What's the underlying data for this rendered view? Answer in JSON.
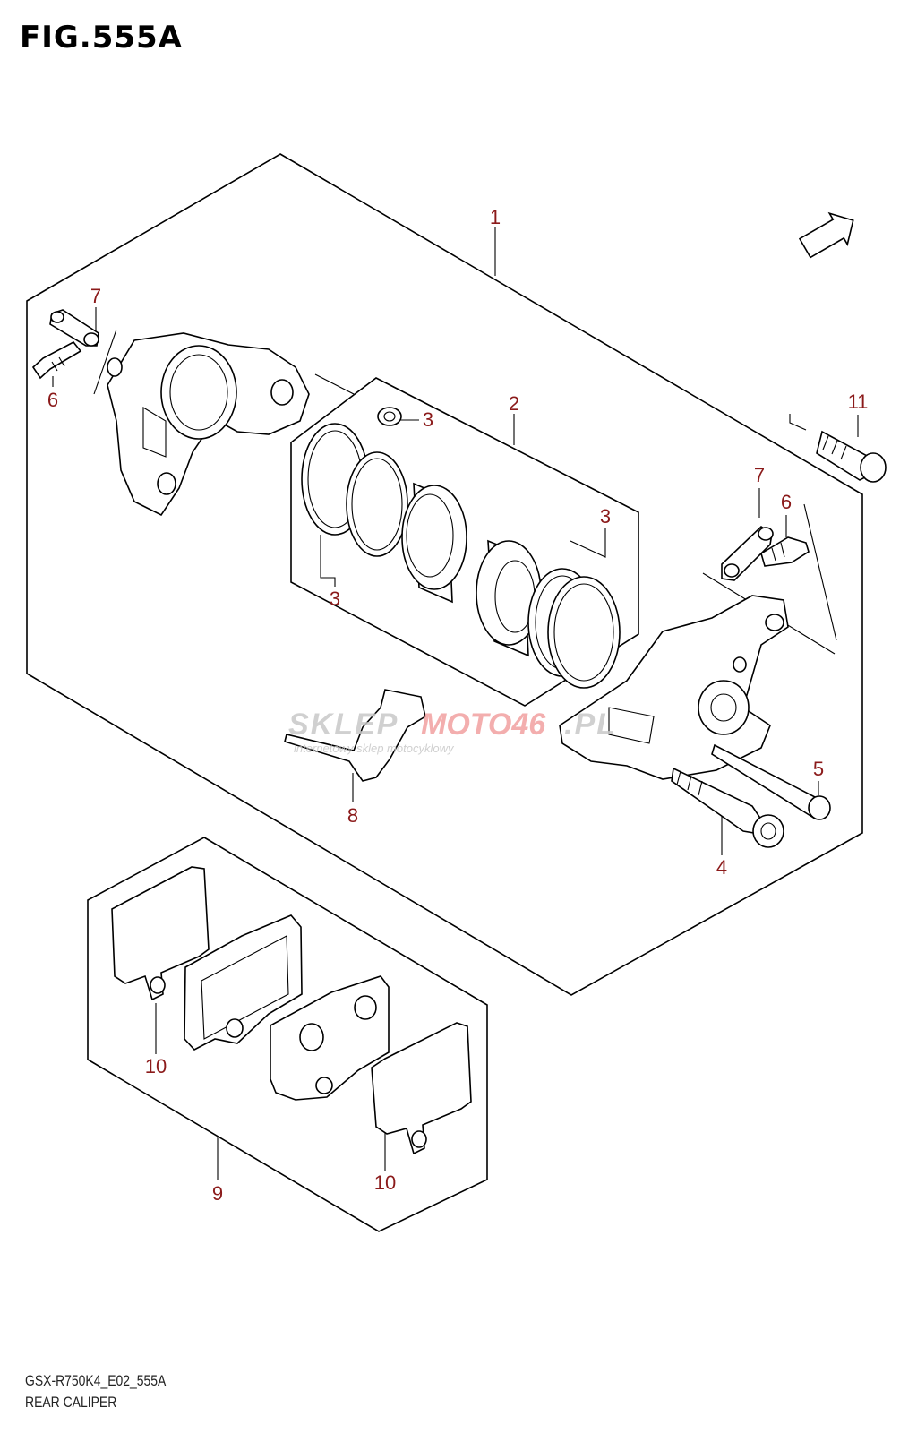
{
  "header": {
    "figure_title": "FIG.555A"
  },
  "fwd_badge": {
    "label": "FWD"
  },
  "watermark": {
    "brand_part1": "SKLEP",
    "brand_part2": "MOTO46",
    "brand_part3": ".PL",
    "tagline": "internetowy sklep motocyklowy"
  },
  "callouts": [
    {
      "id": "c1",
      "label": "1"
    },
    {
      "id": "c2",
      "label": "2"
    },
    {
      "id": "c3a",
      "label": "3"
    },
    {
      "id": "c3b",
      "label": "3"
    },
    {
      "id": "c3c",
      "label": "3"
    },
    {
      "id": "c4",
      "label": "4"
    },
    {
      "id": "c5",
      "label": "5"
    },
    {
      "id": "c6a",
      "label": "6"
    },
    {
      "id": "c6b",
      "label": "6"
    },
    {
      "id": "c7a",
      "label": "7"
    },
    {
      "id": "c7b",
      "label": "7"
    },
    {
      "id": "c8",
      "label": "8"
    },
    {
      "id": "c9",
      "label": "9"
    },
    {
      "id": "c10a",
      "label": "10"
    },
    {
      "id": "c10b",
      "label": "10"
    },
    {
      "id": "c11",
      "label": "11"
    }
  ],
  "footer": {
    "model_code": "GSX-R750K4_E02_555A",
    "diagram_name": "REAR CALIPER"
  },
  "colors": {
    "callout": "#8b1a1a",
    "line": "#000000",
    "watermark_grey": "#c8c8c8",
    "watermark_red": "#f2a0a0"
  }
}
